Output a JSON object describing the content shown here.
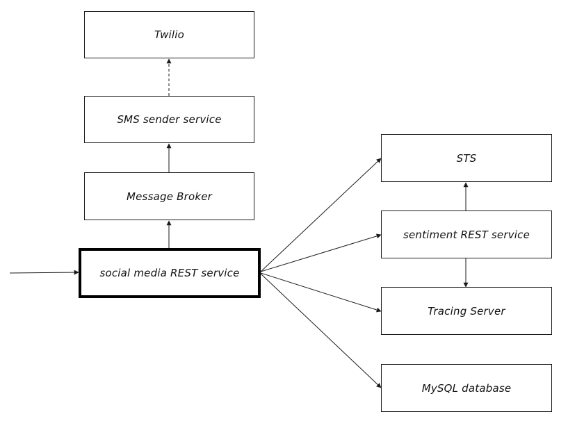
{
  "diagram": {
    "nodes": {
      "twilio": "Twilio",
      "sms_sender": "SMS sender service",
      "message_broker": "Message Broker",
      "social_media": "social media REST service",
      "sts": "STS",
      "sentiment": "sentiment REST service",
      "tracing": "Tracing Server",
      "mysql": "MySQL database"
    },
    "emphasized_node": "social media REST service",
    "edges": [
      {
        "from": "external-client",
        "to": "social media REST service",
        "style": "solid"
      },
      {
        "from": "social media REST service",
        "to": "Message Broker",
        "style": "solid"
      },
      {
        "from": "Message Broker",
        "to": "SMS sender service",
        "style": "solid"
      },
      {
        "from": "SMS sender service",
        "to": "Twilio",
        "style": "dashed"
      },
      {
        "from": "social media REST service",
        "to": "STS",
        "style": "solid"
      },
      {
        "from": "social media REST service",
        "to": "sentiment REST service",
        "style": "solid"
      },
      {
        "from": "social media REST service",
        "to": "Tracing Server",
        "style": "solid"
      },
      {
        "from": "social media REST service",
        "to": "MySQL database",
        "style": "solid"
      },
      {
        "from": "sentiment REST service",
        "to": "STS",
        "style": "solid"
      },
      {
        "from": "sentiment REST service",
        "to": "Tracing Server",
        "style": "solid"
      }
    ],
    "colors": {
      "line": "#1a1a1a",
      "box_border": "#1a1a1a",
      "background": "#ffffff"
    }
  }
}
